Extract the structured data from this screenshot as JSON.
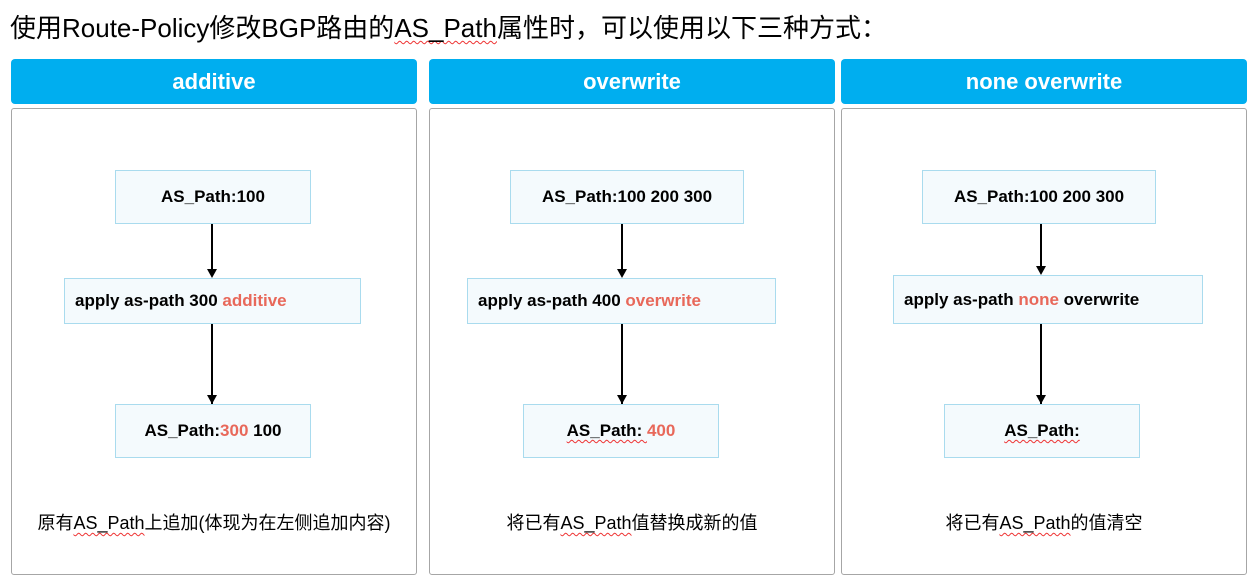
{
  "title": {
    "prefix": "使用Route-Policy修改BGP路由的",
    "keyword": "AS_Path",
    "suffix": "属性时，可以使用以下三种方式："
  },
  "columns": [
    {
      "header": "additive",
      "before": {
        "label": "AS_Path:",
        "value": "100"
      },
      "command": {
        "prefix": "apply as-path 300 ",
        "highlight": "additive",
        "suffix": ""
      },
      "after": {
        "label": "AS_Path:",
        "highlight": "300",
        "rest": " 100"
      },
      "desc": {
        "prefix": "原有",
        "keyword": "AS_Path",
        "suffix": "上追加(体现为在左侧追加内容)"
      }
    },
    {
      "header": "overwrite",
      "before": {
        "label": "AS_Path:",
        "value": "100 200 300"
      },
      "command": {
        "prefix": "apply as-path 400 ",
        "highlight": "overwrite",
        "suffix": ""
      },
      "after": {
        "label": "AS_Path: ",
        "highlight": "400",
        "rest": ""
      },
      "desc": {
        "prefix": "将已有",
        "keyword": "AS_Path",
        "suffix": "值替换成新的值"
      }
    },
    {
      "header": "none overwrite",
      "before": {
        "label": "AS_Path:",
        "value": "100 200 300"
      },
      "command": {
        "prefix": "apply as-path ",
        "highlight": "none",
        "suffix": " overwrite"
      },
      "after": {
        "label": "AS_Path:",
        "highlight": "",
        "rest": ""
      },
      "desc": {
        "prefix": "将已有",
        "keyword": "AS_Path",
        "suffix": "的值清空"
      }
    }
  ],
  "colors": {
    "header_bg": "#00AEEF",
    "highlight": "#e8685a",
    "box_border": "#a9dbee"
  }
}
